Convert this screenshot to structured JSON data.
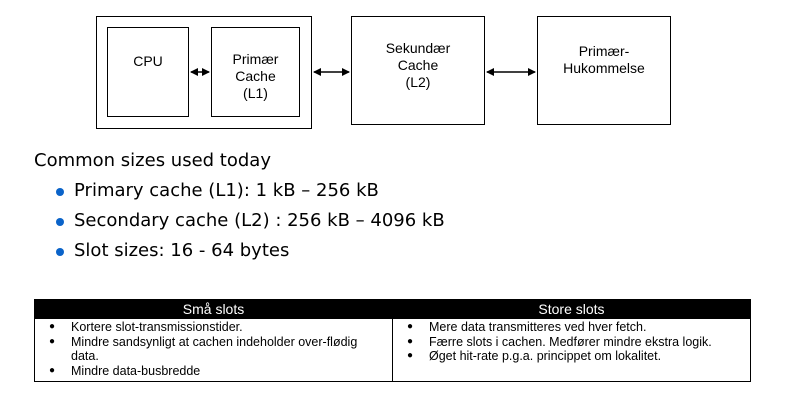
{
  "diagram": {
    "cpu": "CPU",
    "l1_lines": [
      "Primær",
      "Cache",
      "(L1)"
    ],
    "l2_lines": [
      "Sekundær",
      "Cache",
      "(L2)"
    ],
    "memory_lines": [
      "Primær-",
      "Hukommelse"
    ]
  },
  "sizes": {
    "heading": "Common sizes used today",
    "items": [
      "Primary cache (L1): 1 kB – 256 kB",
      "Secondary cache (L2) : 256 kB – 4096 kB",
      "Slot sizes: 16 - 64 bytes"
    ]
  },
  "table": {
    "headers": [
      "Små slots",
      "Store slots"
    ],
    "left_items": [
      "Kortere slot-transmissionstider.",
      "Mindre sandsynligt at cachen indeholder over-flødig data.",
      "Mindre data-busbredde"
    ],
    "right_items": [
      "Mere data transmitteres ved hver fetch.",
      "Færre slots i cachen. Medfører mindre ekstra logik.",
      "Øget hit-rate p.g.a. princippet om lokalitet."
    ]
  },
  "colors": {
    "bullet": "#0a63c9",
    "table_header_bg": "#000000"
  }
}
